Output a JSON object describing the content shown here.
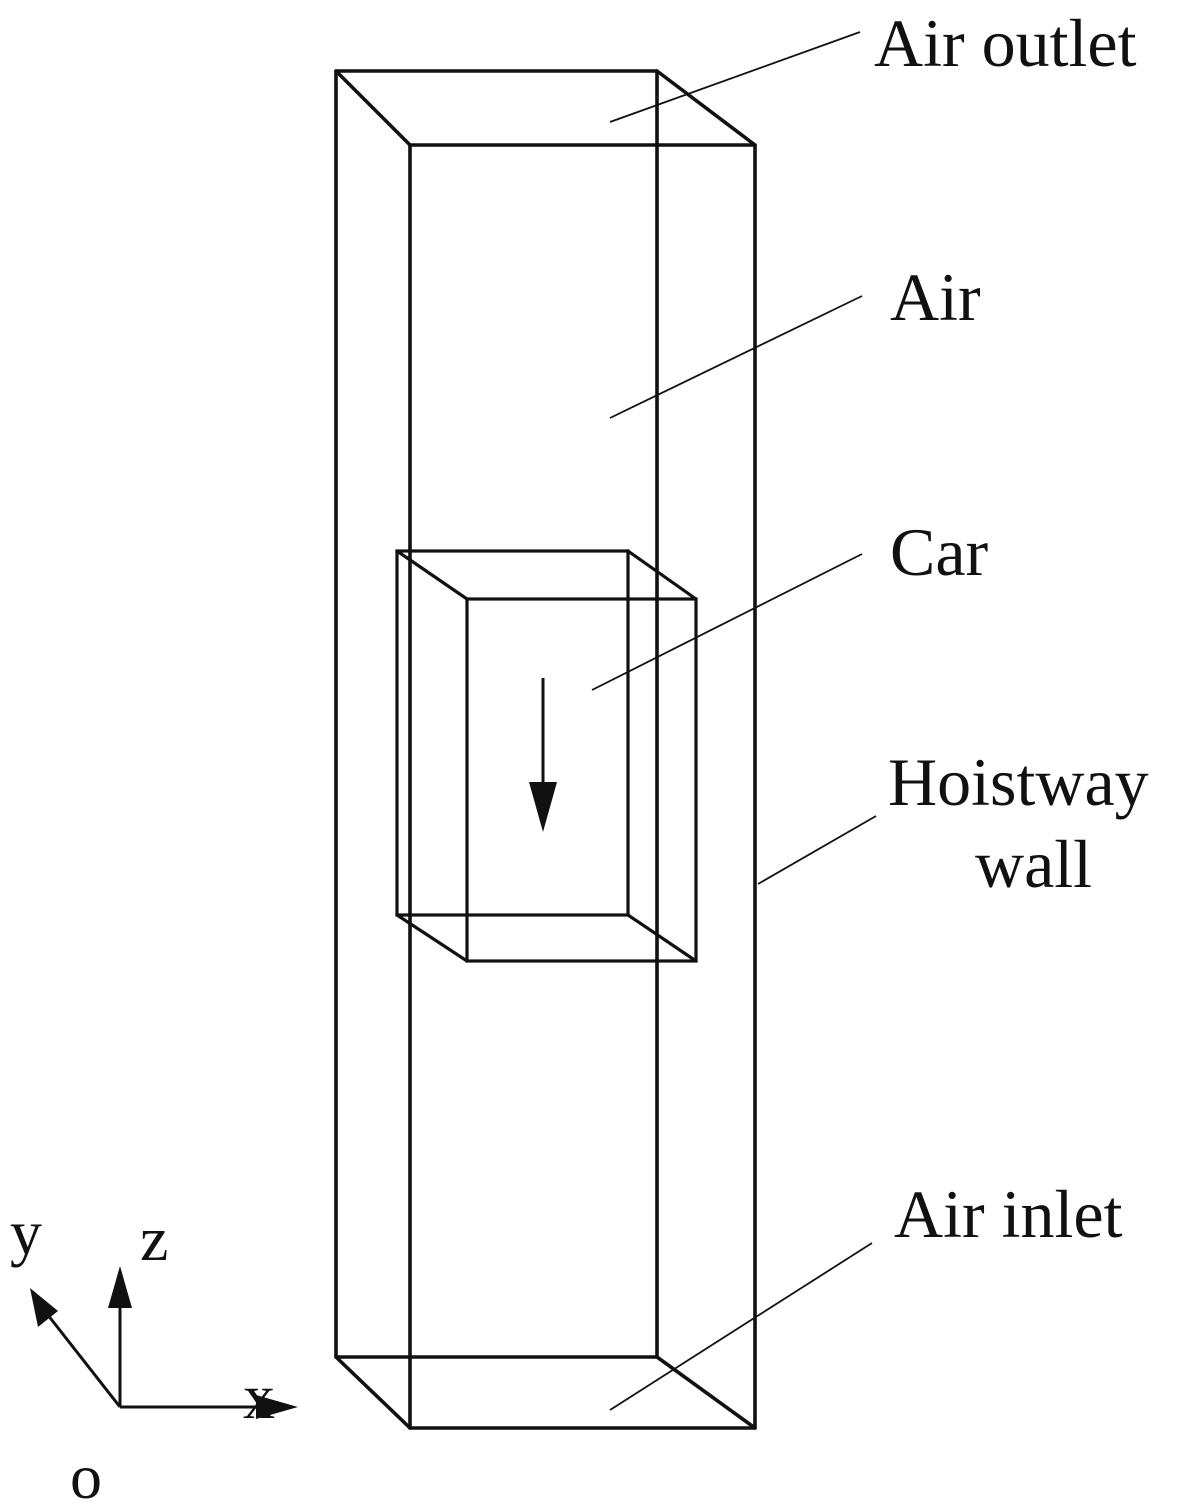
{
  "labels": {
    "air_outlet": "Air outlet",
    "air": "Air",
    "car": "Car",
    "hoistway_wall_line1": "Hoistway",
    "hoistway_wall_line2": "wall",
    "air_inlet": "Air inlet"
  },
  "axes": {
    "y": "y",
    "z": "z",
    "x": "x",
    "origin": "o"
  },
  "colors": {
    "stroke": "#111111",
    "background": "#ffffff"
  }
}
